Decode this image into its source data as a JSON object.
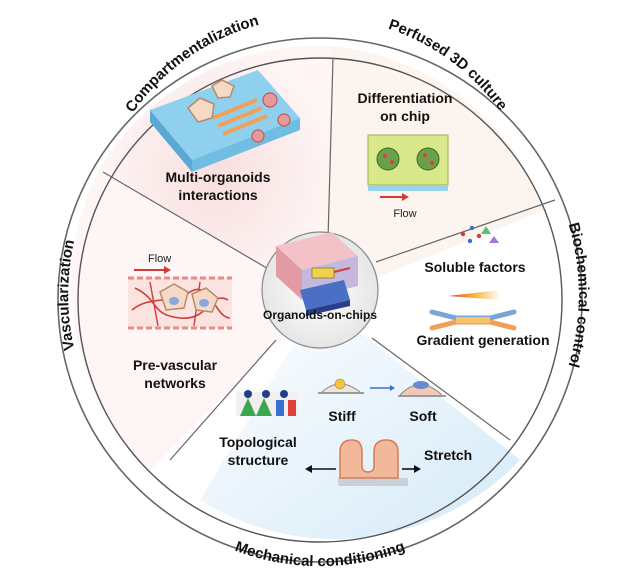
{
  "diagram": {
    "center_label": "Organoids-on-chips",
    "ring_labels": {
      "compartmentalization": "Compartmentalization",
      "perfused_culture": "Perfused 3D culture",
      "biochemical_control": "Biochemical control",
      "mechanical_conditioning": "Mechanical conditioning",
      "vascularization": "Vascularization"
    },
    "segments": {
      "compartmentalization": {
        "label_line1": "Multi-organoids",
        "label_line2": "interactions"
      },
      "perfused_culture": {
        "label_line1": "Differentiation",
        "label_line2": "on chip",
        "flow_label": "Flow"
      },
      "biochemical_control": {
        "soluble_label": "Soluble factors",
        "gradient_label": "Gradient generation"
      },
      "mechanical_conditioning": {
        "topo_line1": "Topological",
        "topo_line2": "structure",
        "stiff_label": "Stiff",
        "soft_label": "Soft",
        "stretch_label": "Stretch"
      },
      "vascularization": {
        "flow_label": "Flow",
        "label_line1": "Pre-vascular",
        "label_line2": "networks"
      }
    },
    "colors": {
      "ring_stroke": "#555555",
      "pink_tint": "#f7dfe0",
      "blue_tint": "#d8ecf8",
      "chip_blue": "#4a6fc4",
      "vessel_red": "#d33a3a"
    }
  }
}
